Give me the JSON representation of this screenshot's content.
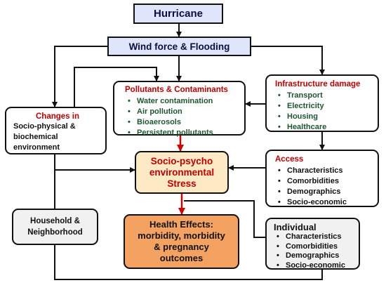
{
  "hurricane": "Hurricane",
  "wind": "Wind force & Flooding",
  "pollutants": {
    "title": "Pollutants & Contaminants",
    "items": [
      "Water contamination",
      "Air pollution",
      "Bioaerosols",
      "Persistent pollutants"
    ]
  },
  "infrastructure": {
    "title": "Infrastructure damage",
    "items": [
      "Transport",
      "Electricity",
      "Housing",
      "Healthcare"
    ]
  },
  "changes": {
    "title": "Changes in",
    "lines": [
      "Socio-physical &",
      "biochemical",
      "environment"
    ]
  },
  "stress": {
    "lines": [
      "Socio-psycho",
      "environmental",
      "Stress"
    ]
  },
  "access": {
    "title": "Access",
    "items": [
      "Characteristics",
      "Comorbidities",
      "Demographics",
      "Socio-economic"
    ]
  },
  "household": {
    "lines": [
      "Household &",
      "Neighborhood"
    ]
  },
  "health": {
    "lines": [
      "Health Effects:",
      "morbidity, morbidity",
      "& pregnancy",
      "outcomes"
    ]
  },
  "individual": {
    "title": "Individual",
    "items": [
      "Characteristics",
      "Comorbidities",
      "Demographics",
      "Socio-economic"
    ]
  },
  "colors": {
    "blue_fill": "#dfe6fb",
    "cream_fill": "#fde9c4",
    "orange_fill": "#f4a261",
    "gray_fill": "#f1f1f1",
    "red_accent": "#c00000",
    "green_text": "#1e5631"
  }
}
